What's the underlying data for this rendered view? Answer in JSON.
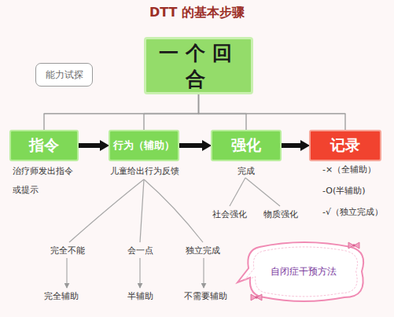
{
  "diagram": {
    "title": "DTT 的基本步骤",
    "nodes": [
      {
        "text": [
          "一个回合"
        ]
      },
      {
        "text": [
          "能力试探"
        ]
      },
      {
        "text": [
          "指令"
        ]
      },
      {
        "text": [
          "行为（辅助）"
        ]
      },
      {
        "text": [
          "强化"
        ]
      },
      {
        "text": [
          "记录"
        ]
      },
      {
        "text": [
          "自闭症干预方法"
        ]
      }
    ],
    "edges": [
      {
        "from": 0,
        "to": 2,
        "arrow": "none"
      },
      {
        "from": 0,
        "to": 3,
        "arrow": "none"
      },
      {
        "from": 0,
        "to": 4,
        "arrow": "none"
      },
      {
        "from": 0,
        "to": 5,
        "arrow": "none"
      },
      {
        "from": 2,
        "to": 3,
        "arrow": "to"
      },
      {
        "from": 3,
        "to": 4,
        "arrow": "to"
      },
      {
        "from": 4,
        "to": 5,
        "arrow": "to"
      }
    ],
    "labels": [
      "治疗师发出指令 或提示",
      "儿童给出行为反馈",
      "完成",
      "社会强化",
      "物质强化",
      "-×（全辅助）",
      "-O(半辅助)",
      "-√（独立完成）",
      "完全不能",
      "会一点",
      "独立完成",
      "完全辅助",
      "半辅助",
      "不需要辅助"
    ]
  }
}
